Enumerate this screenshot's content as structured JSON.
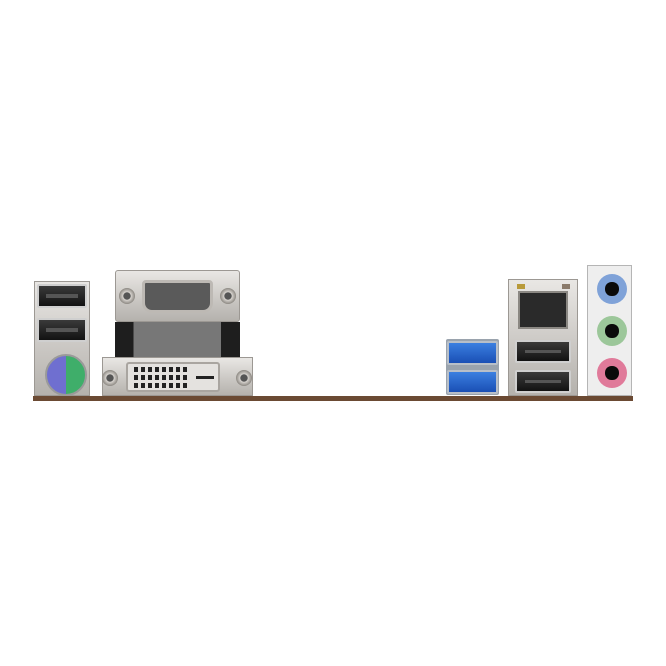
{
  "colors": {
    "pcb": "#6b4a33",
    "usb3": "#2a63c9",
    "ps2_mouse": "#3fae6a",
    "ps2_keyboard": "#6f6fd0",
    "audio_line_in": "#7fa2d8",
    "audio_line_out": "#9cc79a",
    "audio_mic": "#e07a9a"
  },
  "icons": [
    "usb-port",
    "ps2-port",
    "vga-port",
    "dvi-port",
    "usb3-port",
    "ethernet-port",
    "audio-jack"
  ]
}
